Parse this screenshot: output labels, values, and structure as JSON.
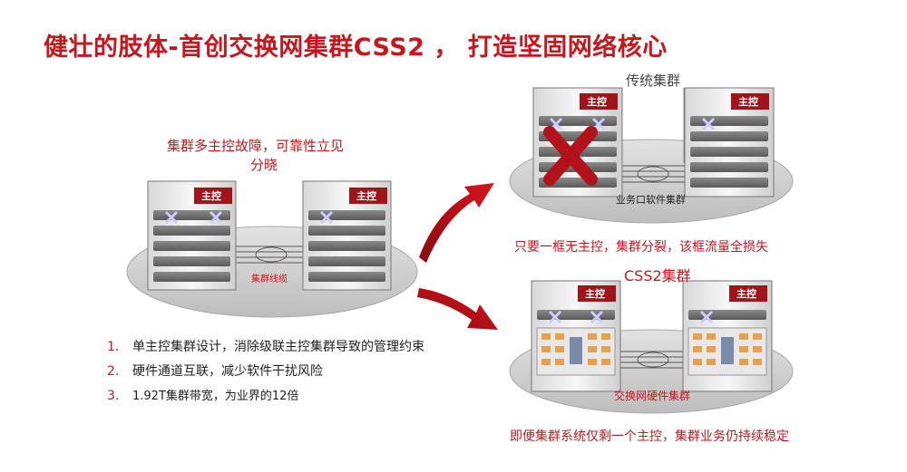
{
  "title": "健壮的肢体-首创交换网集群CSS2 ， 打造坚固网络核心",
  "left_diagram": {
    "caption_line1": "集群多主控故障，可靠性立见",
    "caption_line2": "分晓",
    "master_label": "主控",
    "cable_label": "集群线缆"
  },
  "traditional": {
    "heading": "传统集群",
    "master_label": "主控",
    "link_label": "业务口软件集群",
    "caption": "只要一框无主控，集群分裂，该框流量全损失"
  },
  "css2": {
    "heading": "CSS2集群",
    "master_label": "主控",
    "link_label": "交换网硬件集群",
    "caption": "即便集群系统仅剩一个主控，集群业务仍持续稳定"
  },
  "points": [
    {
      "num": "1.",
      "text": "单主控集群设计，消除级联主控集群导致的管理约束"
    },
    {
      "num": "2.",
      "text": "硬件通道互联，减少软件干扰风险"
    },
    {
      "num": "3.",
      "text": "1.92T集群带宽，为业界的12倍"
    }
  ],
  "colors": {
    "accent": "#c8161d",
    "chassis": "#9a9a9a",
    "ellipse": "#cfcfcf"
  }
}
